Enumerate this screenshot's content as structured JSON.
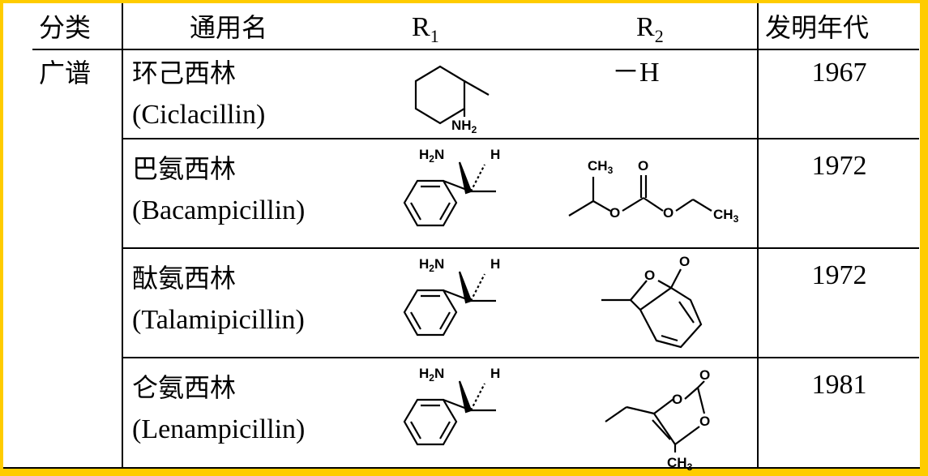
{
  "table": {
    "headers": {
      "category": "分类",
      "generic_name": "通用名",
      "r1": "R",
      "r1_sub": "1",
      "r2": "R",
      "r2_sub": "2",
      "year": "发明年代"
    },
    "category_label": "广谱",
    "rows": [
      {
        "name_cn": "环己西林",
        "name_en": "(Ciclacillin)",
        "r1_structure": "1-aminocyclohexyl",
        "r2_text": "－H",
        "year": "1967"
      },
      {
        "name_cn": "巴氨西林",
        "name_en": "(Bacampicillin)",
        "r1_structure": "aminobenzyl",
        "r2_structure": "1-(ethoxycarbonyloxy)ethyl",
        "year": "1972"
      },
      {
        "name_cn": "酞氨西林",
        "name_en": "(Talamipicillin)",
        "r1_structure": "aminobenzyl",
        "r2_structure": "phthalidyl",
        "year": "1972"
      },
      {
        "name_cn": "仑氨西林",
        "name_en": "(Lenampicillin)",
        "r1_structure": "aminobenzyl",
        "r2_structure": "5-methyl-2-oxo-1,3-dioxolenyl-methyl",
        "year": "1981"
      }
    ],
    "structure_labels": {
      "nh2": "NH",
      "nh2_sub": "2",
      "h2n": "H",
      "h2n_sub": "2",
      "h2n_n": "N",
      "h": "H",
      "o": "O",
      "ch3": "CH",
      "ch3_sub": "3"
    },
    "colors": {
      "border": "#ffcc00",
      "grid": "#000000",
      "text": "#000000"
    }
  }
}
